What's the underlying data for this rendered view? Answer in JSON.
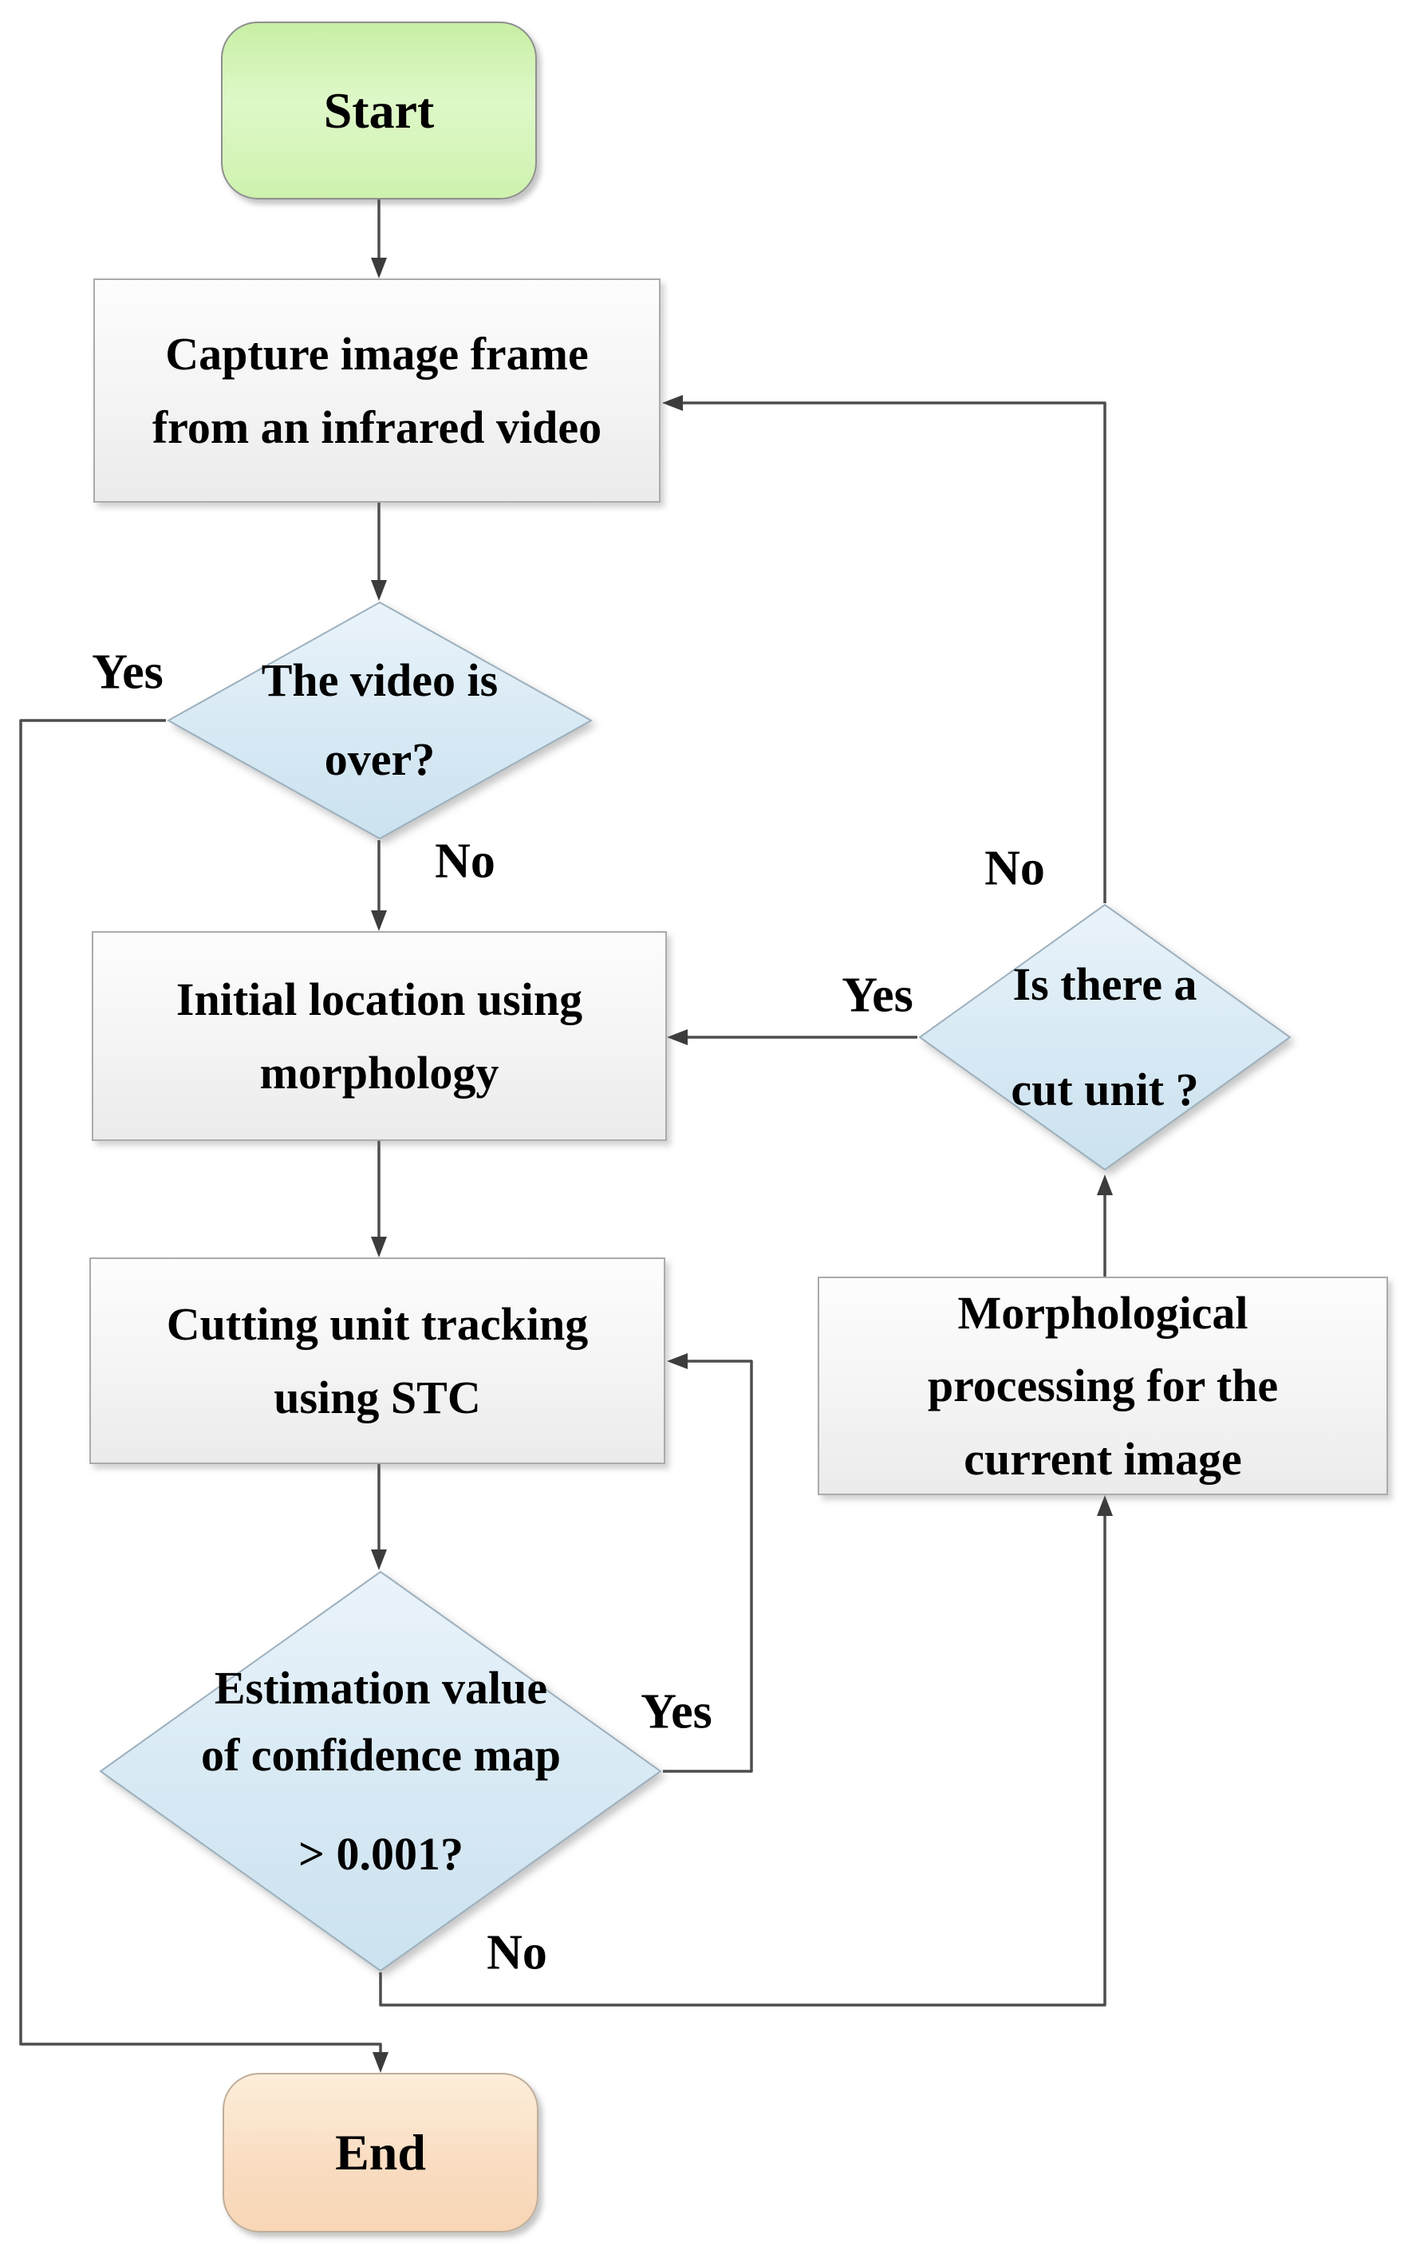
{
  "figure": {
    "type": "flowchart",
    "description_visible": false
  },
  "colors": {
    "connector": "#4d4d4d",
    "arrowhead": "#3c3c3c",
    "text": "#000000",
    "start_fill_top": "#c8efa4",
    "start_fill_bottom": "#cef2ae",
    "end_fill_top": "#fdeeda",
    "end_fill_bottom": "#f8d6b6",
    "process_fill_top": "#fdfdfd",
    "process_fill_bottom": "#ebebeb",
    "decision_fill_top": "#eaf3fa",
    "decision_fill_bottom": "#cbe2ef"
  },
  "nodes": {
    "start": {
      "type": "terminator",
      "label": "Start"
    },
    "capture": {
      "type": "process",
      "lines": [
        "Capture image frame",
        "from an infrared video"
      ]
    },
    "video_over": {
      "type": "decision",
      "lines": [
        "The video is",
        "over?"
      ]
    },
    "initial_location": {
      "type": "process",
      "lines": [
        "Initial location using",
        "morphology"
      ]
    },
    "cutting_tracking": {
      "type": "process",
      "lines": [
        "Cutting unit tracking",
        "using STC"
      ]
    },
    "estimation": {
      "type": "decision",
      "lines": [
        "Estimation value",
        "of confidence map"
      ],
      "threshold": "> 0.001?"
    },
    "morphological": {
      "type": "process",
      "lines": [
        "Morphological",
        "processing for the",
        "current image"
      ]
    },
    "cut_unit": {
      "type": "decision",
      "lines": [
        "Is there a",
        "cut unit ?"
      ]
    },
    "end": {
      "type": "terminator",
      "label": "End"
    }
  },
  "edge_labels": {
    "video_over_yes": "Yes",
    "video_over_no": "No",
    "estimation_yes": "Yes",
    "estimation_no": "No",
    "cut_unit_yes": "Yes",
    "cut_unit_no": "No"
  }
}
